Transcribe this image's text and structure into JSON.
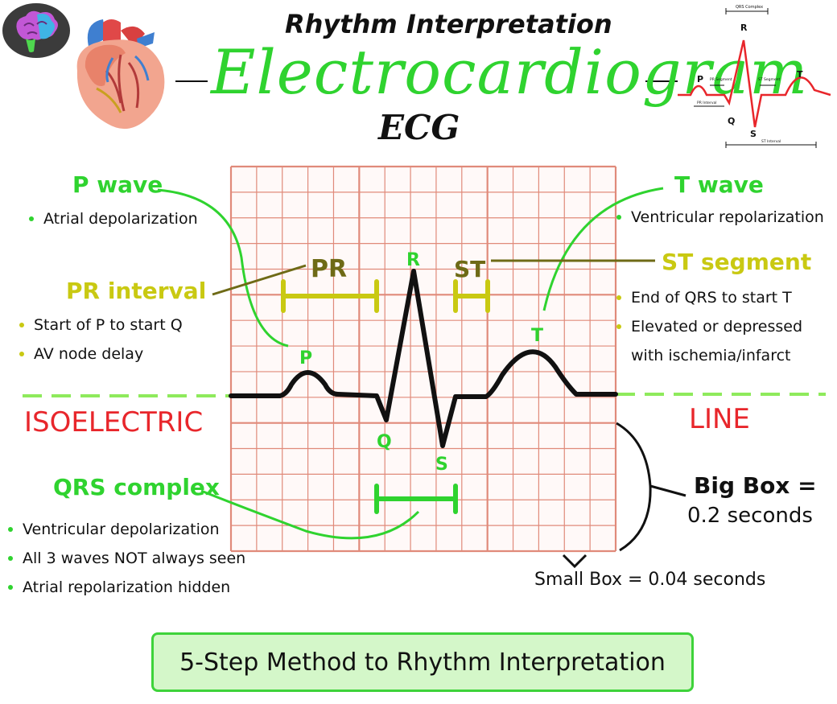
{
  "header": {
    "subtitle": "Rhythm Interpretation",
    "title": "Electrocardiogram",
    "abbrev": "ECG"
  },
  "mini_diagram": {
    "labels": {
      "qrs_complex": "QRS Complex",
      "p": "P",
      "q": "Q",
      "r": "R",
      "s": "S",
      "t": "T",
      "pr_segment": "PR Segment",
      "st_segment": "ST Segment",
      "pr_interval": "PR Interval",
      "st_interval": "ST Interval"
    }
  },
  "waveform_labels": {
    "p": "P",
    "q": "Q",
    "r": "R",
    "s": "S",
    "t": "T",
    "pr": "PR",
    "st": "ST"
  },
  "p_wave": {
    "title": "P wave",
    "bullets": [
      "Atrial depolarization"
    ]
  },
  "pr_interval": {
    "title": "PR interval",
    "bullets": [
      "Start of P to start Q",
      "AV node delay"
    ]
  },
  "t_wave": {
    "title": "T wave",
    "bullets": [
      "Ventricular repolarization"
    ]
  },
  "st_segment": {
    "title": "ST segment",
    "bullets": [
      "End of QRS to start T",
      "Elevated or depressed",
      "with ischemia/infarct"
    ]
  },
  "isoelectric": {
    "left": "ISOELECTRIC",
    "right": "LINE"
  },
  "qrs_complex": {
    "title": "QRS complex",
    "bullets": [
      "Ventricular depolarization",
      "All 3 waves NOT always seen",
      "Atrial repolarization hidden"
    ]
  },
  "boxes": {
    "big_line1": "Big Box =",
    "big_line2": "0.2 seconds",
    "small": "Small Box = 0.04 seconds"
  },
  "footer_button": "5-Step Method to Rhythm Interpretation",
  "colors": {
    "green": "#2fd32f",
    "yellow": "#c9c912",
    "olive": "#6e6a16",
    "red": "#e8262b",
    "grid": "#e08a7a",
    "grid_bg": "#fff9f8"
  }
}
